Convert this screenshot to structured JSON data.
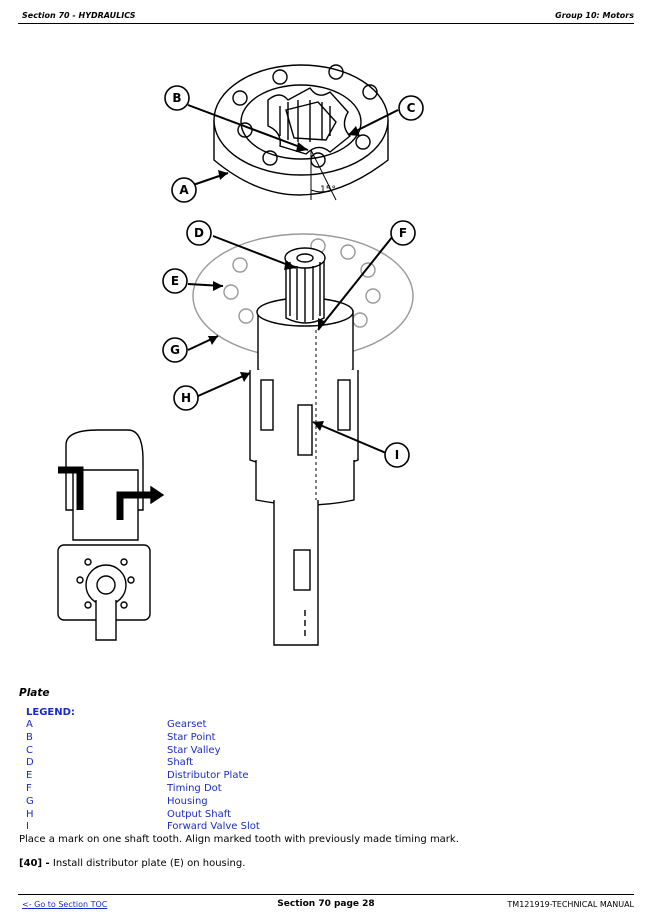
{
  "header": {
    "section": "Section 70 - HYDRAULICS",
    "group": "Group 10: Motors"
  },
  "figure": {
    "callouts": [
      "A",
      "B",
      "C",
      "D",
      "E",
      "F",
      "G",
      "H",
      "I"
    ],
    "angle_label": "15°"
  },
  "caption": "Plate",
  "legend": {
    "title": "LEGEND:",
    "items": [
      {
        "code": "A",
        "label": "Gearset"
      },
      {
        "code": "B",
        "label": "Star Point"
      },
      {
        "code": "C",
        "label": "Star Valley"
      },
      {
        "code": "D",
        "label": "Shaft"
      },
      {
        "code": "E",
        "label": "Distributor Plate"
      },
      {
        "code": "F",
        "label": "Timing Dot"
      },
      {
        "code": "G",
        "label": "Housing"
      },
      {
        "code": "H",
        "label": "Output Shaft"
      },
      {
        "code": "I",
        "label": "Forward Valve Slot"
      }
    ]
  },
  "note": "Place a mark on one shaft tooth. Align marked tooth with previously made timing mark.",
  "step": {
    "number": "[40] -",
    "text": " Install distributor plate (E) on housing."
  },
  "footer": {
    "toc_link": "<- Go to Section TOC",
    "page": "Section 70 page 28",
    "manual": "TM121919-TECHNICAL MANUAL"
  },
  "colors": {
    "link": "#1a2cc8",
    "text": "#000000"
  }
}
